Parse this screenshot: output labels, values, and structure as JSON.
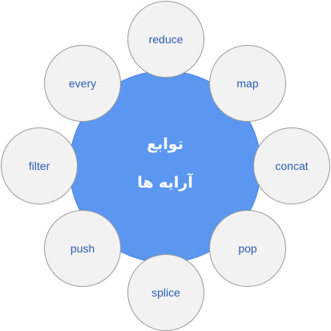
{
  "center": {
    "line1": "توابع",
    "line2": "آرایه ها",
    "color": "#5b97f0"
  },
  "nodes": [
    {
      "label": "reduce"
    },
    {
      "label": "map"
    },
    {
      "label": "concat"
    },
    {
      "label": "pop"
    },
    {
      "label": "splice"
    },
    {
      "label": "push"
    },
    {
      "label": "filter"
    },
    {
      "label": "every"
    }
  ],
  "colors": {
    "node_fill": "#f2f2f2",
    "node_border": "#9a9a9a",
    "node_text": "#2a5db0",
    "hub_text": "#ffffff"
  }
}
